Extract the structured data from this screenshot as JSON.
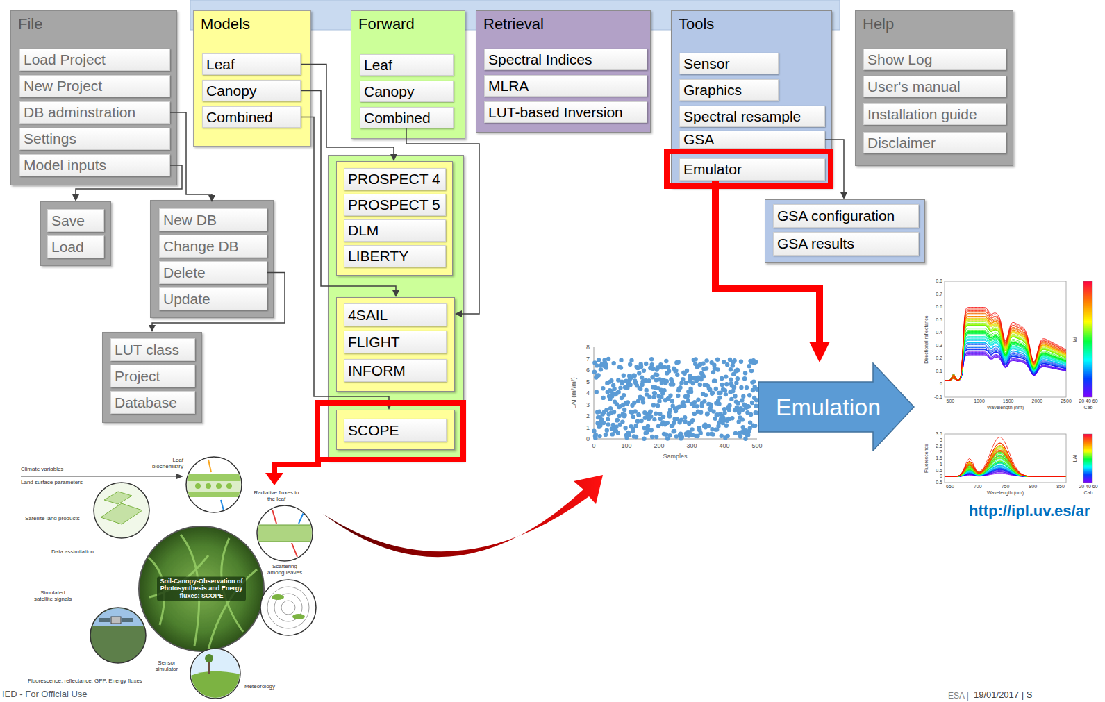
{
  "diagram": {
    "nodes": [
      {
        "text": [
          "File"
        ]
      },
      {
        "text": [
          "Load Project"
        ],
        "in": 0
      },
      {
        "text": [
          "New Project"
        ],
        "in": 0
      },
      {
        "text": [
          "DB adminstration"
        ],
        "in": 0
      },
      {
        "text": [
          "Settings"
        ],
        "in": 0
      },
      {
        "text": [
          "Model inputs"
        ],
        "in": 0
      },
      {
        "text": [
          "Models"
        ]
      },
      {
        "text": [
          "Leaf"
        ],
        "in": 6
      },
      {
        "text": [
          "Canopy"
        ],
        "in": 6
      },
      {
        "text": [
          "Combined"
        ],
        "in": 6
      },
      {
        "text": [
          "Forward"
        ]
      },
      {
        "text": [
          "Leaf"
        ],
        "in": 10
      },
      {
        "text": [
          "Canopy"
        ],
        "in": 10
      },
      {
        "text": [
          "Combined"
        ],
        "in": 10
      },
      {
        "text": [
          "Retrieval"
        ]
      },
      {
        "text": [
          "Spectral Indices"
        ],
        "in": 14
      },
      {
        "text": [
          "MLRA"
        ],
        "in": 14
      },
      {
        "text": [
          "LUT-based Inversion"
        ],
        "in": 14
      },
      {
        "text": [
          "Tools"
        ]
      },
      {
        "text": [
          "Sensor"
        ],
        "in": 18
      },
      {
        "text": [
          "Graphics"
        ],
        "in": 18
      },
      {
        "text": [
          "Spectral resample"
        ],
        "in": 18
      },
      {
        "text": [
          "GSA"
        ],
        "in": 18
      },
      {
        "text": [
          "Emulator"
        ],
        "in": 18
      },
      {
        "text": [
          "Help"
        ]
      },
      {
        "text": [
          "Show Log"
        ],
        "in": 24
      },
      {
        "text": [
          "User's manual"
        ],
        "in": 24
      },
      {
        "text": [
          "Installation guide"
        ],
        "in": 24
      },
      {
        "text": [
          "Disclaimer"
        ],
        "in": 24
      },
      {
        "text": []
      },
      {
        "text": [
          "Save"
        ],
        "in": 29
      },
      {
        "text": [
          "Load"
        ],
        "in": 29
      },
      {
        "text": []
      },
      {
        "text": [
          "New DB"
        ],
        "in": 32
      },
      {
        "text": [
          "Change DB"
        ],
        "in": 32
      },
      {
        "text": [
          "Delete"
        ],
        "in": 32
      },
      {
        "text": [
          "Update"
        ],
        "in": 32
      },
      {
        "text": []
      },
      {
        "text": [
          "LUT class"
        ],
        "in": 37
      },
      {
        "text": [
          "Project"
        ],
        "in": 37
      },
      {
        "text": [
          "Database"
        ],
        "in": 37
      },
      {
        "text": []
      },
      {
        "text": [],
        "in": 41
      },
      {
        "text": [
          "PROSPECT 4"
        ],
        "in": 42
      },
      {
        "text": [
          "PROSPECT 5"
        ],
        "in": 42
      },
      {
        "text": [
          "DLM"
        ],
        "in": 42
      },
      {
        "text": [
          "LIBERTY"
        ],
        "in": 42
      },
      {
        "text": [],
        "in": 41
      },
      {
        "text": [
          "4SAIL"
        ],
        "in": 47
      },
      {
        "text": [
          "FLIGHT"
        ],
        "in": 47
      },
      {
        "text": [
          "INFORM"
        ],
        "in": 47
      },
      {
        "text": [],
        "in": 41
      },
      {
        "text": [
          "SCOPE"
        ],
        "in": 51
      },
      {
        "text": []
      },
      {
        "text": [
          "GSA configuration"
        ],
        "in": 53
      },
      {
        "text": [
          "GSA results"
        ],
        "in": 53
      },
      {
        "text": [
          "Emulation"
        ]
      }
    ],
    "edges": [
      {
        "from": 7,
        "to": 42,
        "arrow": "to"
      },
      {
        "from": 8,
        "to": 47,
        "arrow": "to"
      },
      {
        "from": 9,
        "to": 51,
        "arrow": "to"
      },
      {
        "from": 13,
        "to": 47,
        "arrow": "to"
      },
      {
        "from": 3,
        "to": 32,
        "arrow": "to"
      },
      {
        "from": 5,
        "to": 29,
        "arrow": "to"
      },
      {
        "from": 35,
        "to": 37,
        "arrow": "to"
      },
      {
        "from": 22,
        "to": 53,
        "arrow": "to"
      },
      {
        "from": 23,
        "to": 56,
        "arrow": "to"
      }
    ],
    "labels": [
      "8",
      "7",
      "6",
      "5",
      "4",
      "3",
      "2",
      "1",
      "0",
      "0",
      "100",
      "200",
      "300",
      "400",
      "500",
      "LAI (m²/m²)",
      "Samples",
      "0.8",
      "0.7",
      "0.6",
      "0.5",
      "0.4",
      "0.3",
      "0.2",
      "0.1",
      "0",
      "-0.1",
      "500",
      "1000",
      "1500",
      "2000",
      "2500",
      "Wavelength (nm)",
      "Directional reflectance",
      "lai",
      "Cab",
      "20 40 60",
      "3.5",
      "3",
      "2.5",
      "2",
      "1.5",
      "1",
      "0.5",
      "0",
      "-0.5",
      "650",
      "700",
      "750",
      "800",
      "850",
      "Wavelength (nm)",
      "Fluorescence",
      "LAI",
      "Cab",
      "20 40 60",
      "Climate variables",
      "Land surface parameters",
      "Leaf biochemistry",
      "Radiative fluxes in the leaf",
      "Satellite land products",
      "Data assimilation",
      "Soil-Canopy-Observation of Photosynthesis and Energy fluxes: SCOPE",
      "Scattering among leaves",
      "Simulated satellite signals",
      "Sensor simulator",
      "Meteorology",
      "Fluorescence, reflectance, GPP, Energy fluxes",
      "http://ipl.uv.es/ar",
      "IED - For Official Use",
      "ESA |",
      "19/01/2017 | S"
    ]
  }
}
